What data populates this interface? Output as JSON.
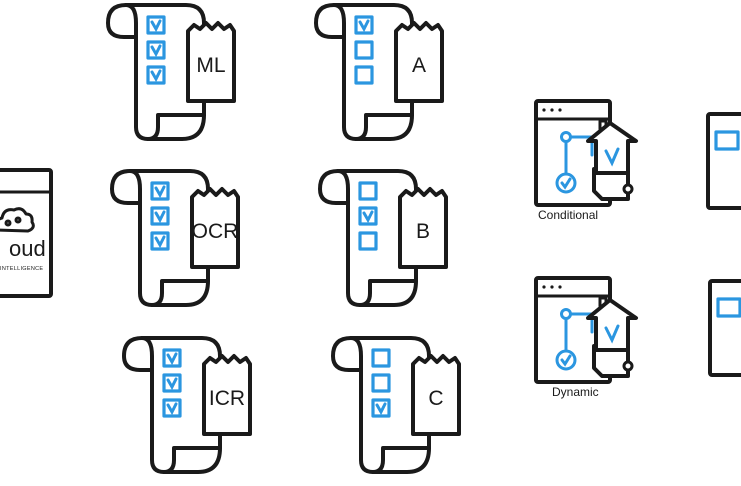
{
  "documents": [
    {
      "id": "ml",
      "label": "ML",
      "checks": [
        true,
        true,
        true
      ]
    },
    {
      "id": "a",
      "label": "A",
      "checks": [
        true,
        false,
        false
      ]
    },
    {
      "id": "ocr",
      "label": "OCR",
      "checks": [
        true,
        true,
        true
      ]
    },
    {
      "id": "b",
      "label": "B",
      "checks": [
        false,
        true,
        false
      ]
    },
    {
      "id": "icr",
      "label": "ICR",
      "checks": [
        true,
        true,
        true
      ]
    },
    {
      "id": "c",
      "label": "C",
      "checks": [
        false,
        false,
        true
      ]
    }
  ],
  "workflows": [
    {
      "id": "conditional",
      "label": "Conditional"
    },
    {
      "id": "dynamic",
      "label": "Dynamic"
    }
  ],
  "logo": {
    "text": "oud",
    "subtext": "INTELLIGENCE"
  },
  "colors": {
    "accent": "#2b96e0",
    "stroke": "#1a1a1a",
    "background": "#ffffff"
  }
}
